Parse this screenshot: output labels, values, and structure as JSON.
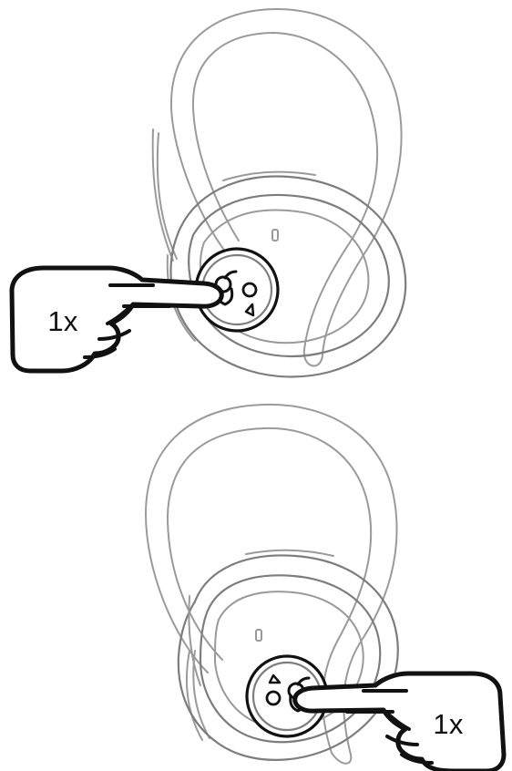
{
  "illustrations": [
    {
      "side": "left",
      "label": "1x"
    },
    {
      "side": "right",
      "label": "1x"
    }
  ],
  "colors": {
    "outline_light": "#9a9a9a",
    "outline_dark": "#111111",
    "background": "#ffffff"
  },
  "icons": {
    "brand_icon": "skull-logo-icon",
    "hand_icon": "pointing-hand-icon"
  }
}
